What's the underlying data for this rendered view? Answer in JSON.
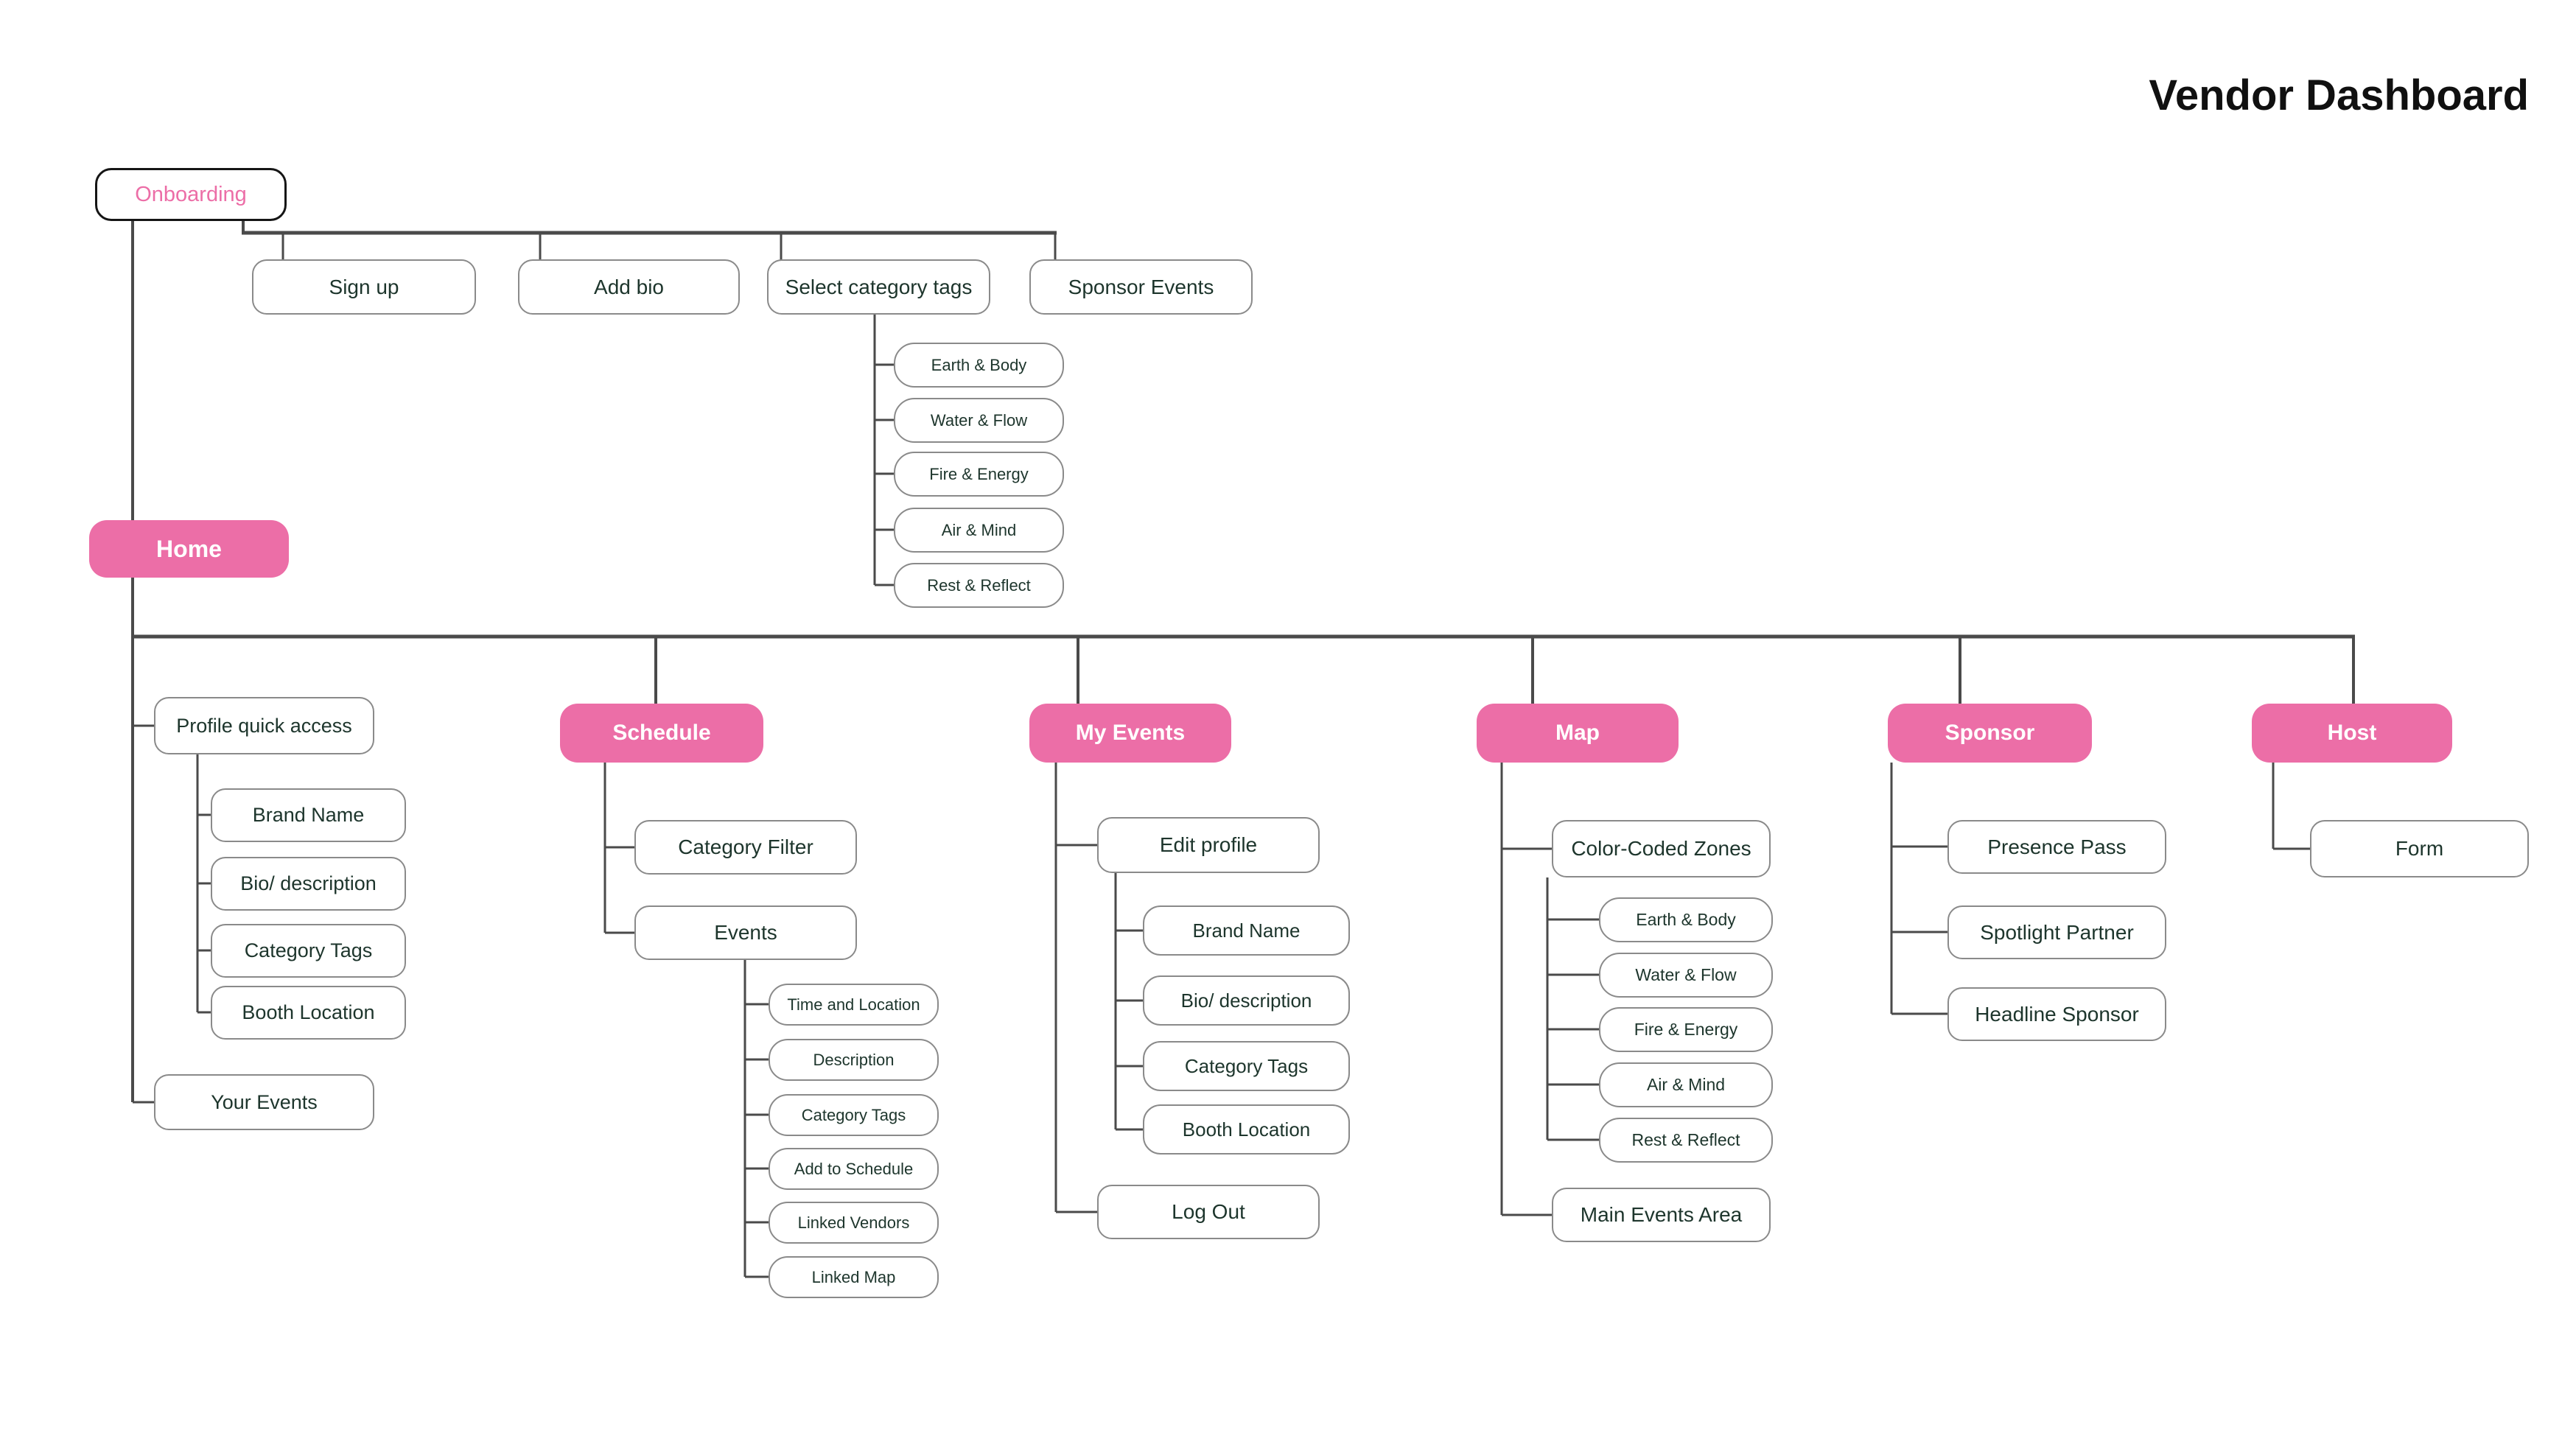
{
  "title": "Vendor Dashboard",
  "colors": {
    "pink": "#EC6EA7",
    "text": "#1D352C",
    "line": "#4A4A4A",
    "box_border": "#8A8A8A",
    "onboarding_border": "#151515"
  },
  "onboarding": {
    "label": "Onboarding",
    "steps": [
      "Sign up",
      "Add bio",
      "Select category tags",
      "Sponsor Events"
    ],
    "category_tags": [
      "Earth & Body",
      "Water & Flow",
      "Fire & Energy",
      "Air & Mind",
      "Rest & Reflect"
    ]
  },
  "home": {
    "label": "Home",
    "profile_quick_access": {
      "label": "Profile quick access",
      "children": [
        "Brand Name",
        "Bio/ description",
        "Category Tags",
        "Booth Location"
      ]
    },
    "your_events": {
      "label": "Your Events"
    },
    "schedule": {
      "label": "Schedule",
      "category_filter": "Category Filter",
      "events": {
        "label": "Events",
        "children": [
          "Time and Location",
          "Description",
          "Category Tags",
          "Add to Schedule",
          "Linked Vendors",
          "Linked Map"
        ]
      }
    },
    "my_events": {
      "label": "My Events",
      "edit_profile": {
        "label": "Edit profile",
        "children": [
          "Brand Name",
          "Bio/ description",
          "Category Tags",
          "Booth Location"
        ]
      },
      "log_out": "Log Out"
    },
    "map": {
      "label": "Map",
      "color_coded_zones": {
        "label": "Color-Coded Zones",
        "children": [
          "Earth & Body",
          "Water & Flow",
          "Fire & Energy",
          "Air & Mind",
          "Rest & Reflect"
        ]
      },
      "main_events_area": "Main Events Area"
    },
    "sponsor": {
      "label": "Sponsor",
      "children": [
        "Presence Pass",
        "Spotlight Partner",
        "Headline Sponsor"
      ]
    },
    "host": {
      "label": "Host",
      "children": [
        "Form"
      ]
    }
  }
}
